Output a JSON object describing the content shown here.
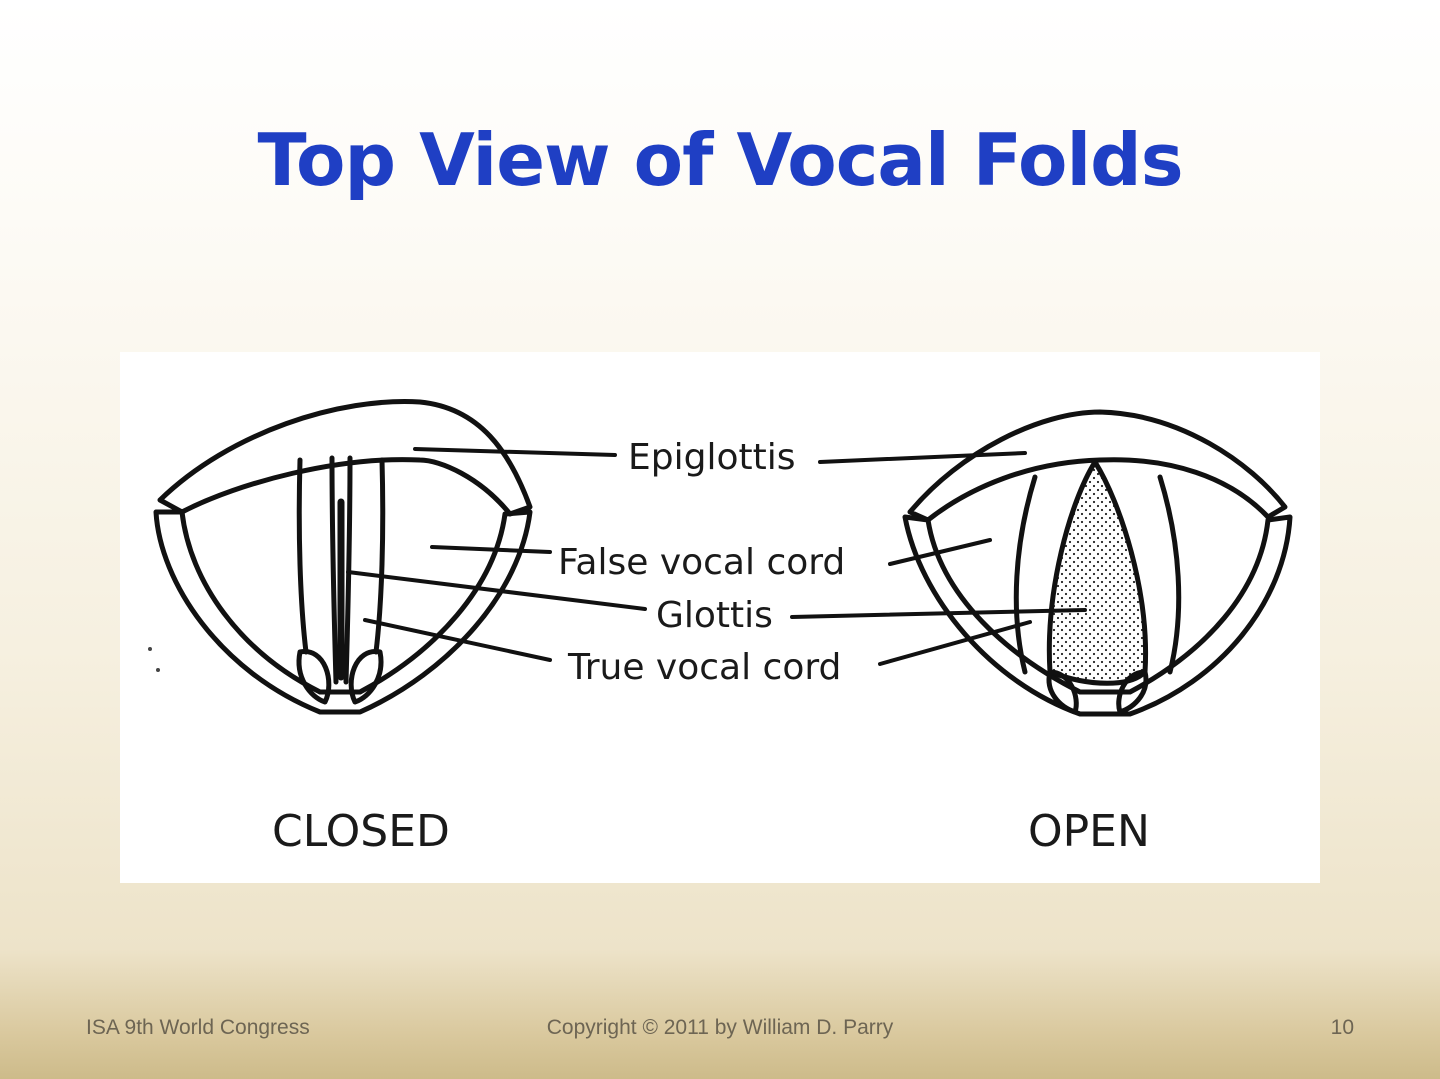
{
  "slide": {
    "title": "Top View of Vocal Folds"
  },
  "diagram": {
    "labels": {
      "epiglottis": "Epiglottis",
      "false_vocal_cord": "False vocal cord",
      "glottis": "Glottis",
      "true_vocal_cord": "True vocal cord"
    },
    "states": {
      "closed": "CLOSED",
      "open": "OPEN"
    }
  },
  "footer": {
    "left": "ISA 9th World Congress",
    "center": "Copyright © 2011 by William D. Parry",
    "page_number": "10"
  }
}
